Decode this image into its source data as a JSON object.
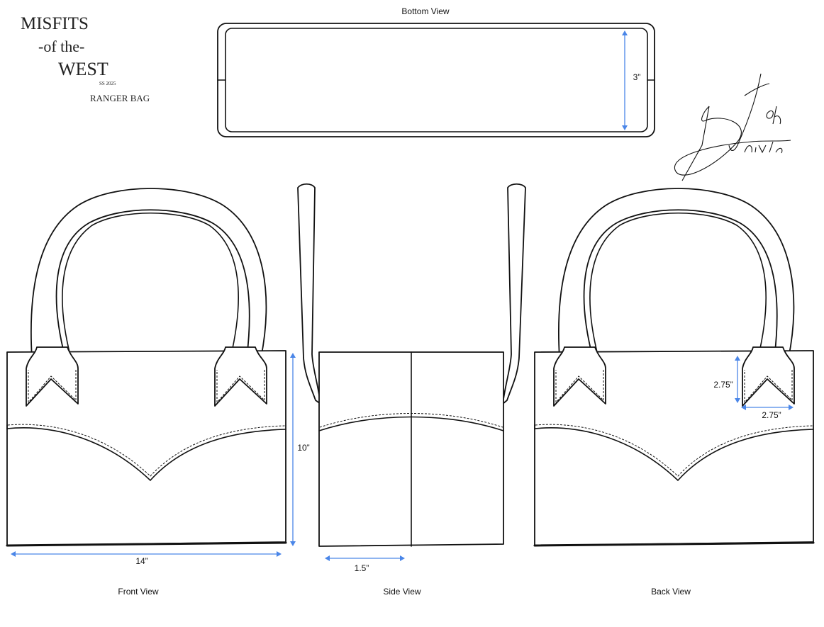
{
  "brand": {
    "line1": "MISFITS",
    "line2": "-of the-",
    "line3": "WEST",
    "season": "SS 2025",
    "product": "RANGER BAG"
  },
  "signature": "Josh Dávila",
  "views": {
    "bottom": "Bottom View",
    "front": "Front View",
    "side": "Side View",
    "back": "Back View"
  },
  "dimensions": {
    "bottom_depth": "3”",
    "front_width": "14”",
    "front_height": "10”",
    "side_depth": "1.5”",
    "tab_height": "2.75”",
    "tab_width": "2.75”"
  },
  "colors": {
    "dimension": "#4a86e8",
    "line": "#111111"
  }
}
